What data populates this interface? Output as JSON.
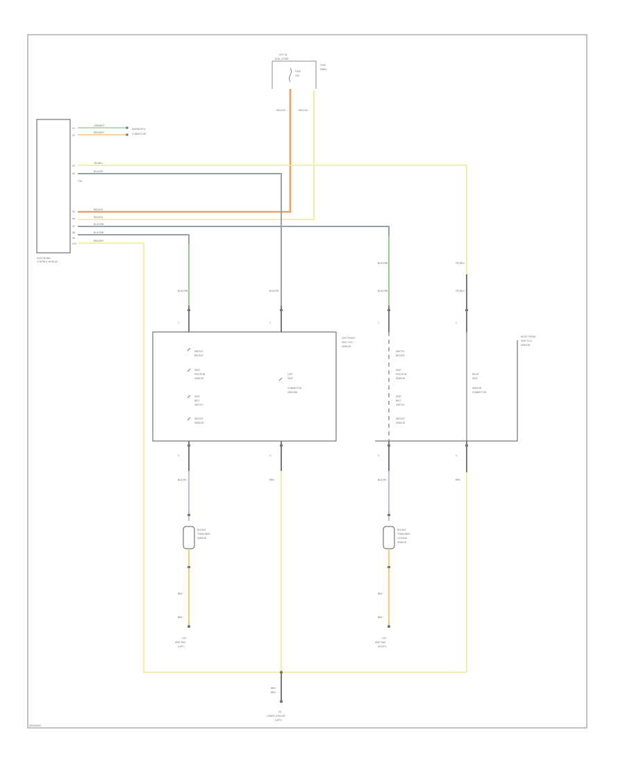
{
  "figure_id": "W0000000",
  "modules": {
    "control_module": {
      "line1": "ELECTRONIC",
      "line2": "CONTROL MODULE"
    },
    "fuse_block": {
      "top1": "HOT IN",
      "top2": "RUN / START",
      "fuse": "FUSE",
      "rating": "10A",
      "side1": "FUSE",
      "side2": "PANEL"
    },
    "left_seat_module": {
      "line1": "LEFT FRONT",
      "line2": "SEAT OCC.",
      "line3": "SENSOR"
    },
    "right_seat_module": {
      "line1": "RIGHT FRONT",
      "line2": "SEAT OCC.",
      "line3": "SENSOR"
    }
  },
  "connector_pins": [
    "X1",
    "X2",
    "X3",
    "X4",
    "X5",
    "X6",
    "X7",
    "X8",
    "X9",
    "X10"
  ],
  "wire_labels": {
    "c1": "GRN/WHT",
    "c2": "BRN/WHT",
    "c3": "YEL/BLU",
    "c4": "BLU/GRY",
    "c5": "RED/YEL",
    "c6": "RED/YEL",
    "c7": "BLU/GRN",
    "c8": "BLU/GRN",
    "c9": "BRN/GRY",
    "ref": "T3A",
    "dest_top1": "DIAGNOSTIC",
    "dest_top2": "CONNECTOR",
    "fuse_w1": "RED/YEL",
    "fuse_w2": "RED/YEL"
  },
  "left_chain": {
    "lbl_top_a": "BLU/GRN",
    "lbl_top_b": "BLU/GRY",
    "pin_a": "1",
    "pin_b": "2",
    "sw1": "SWITCH",
    "sw1b": "BUCKLE",
    "sw2": "SEAT",
    "sw2b": "POSITION",
    "sw2c": "SENSOR",
    "sw3": "SEAT",
    "sw3b": "BELT",
    "sw3c": "SWITCH",
    "sw4": "WEIGHT",
    "sw4b": "SENSOR",
    "out1": "LEFT",
    "out1b": "SEAT",
    "out1c": "CONNECTOR",
    "out1d": "GROUND",
    "bot_pin_a": "3",
    "bot_wire_a": "BLU/YEL",
    "bot_pin_b": "4",
    "bot_wire_b": "BRN",
    "sensor1": "BUCKLE",
    "sensor2": "TENSIONER",
    "sensor3": "SENSOR",
    "g_wire1": "BRN",
    "g_wire2": "BRN",
    "ground1": "G11",
    "ground2": "SEAT RAIL",
    "ground3": "(LEFT)"
  },
  "right_chain": {
    "lbl_top_a": "BLU/GRN",
    "lbl_top_b": "YEL/BLU",
    "pin_a": "1",
    "pin_b": "2",
    "sw1": "SWITCH",
    "sw1b": "BUCKLE",
    "sw2": "SEAT",
    "sw2b": "POSITION",
    "sw2c": "SENSOR",
    "sw3": "SEAT",
    "sw3b": "BELT",
    "sw3c": "SWITCH",
    "sw4": "WEIGHT",
    "sw4b": "SENSOR",
    "out1": "RIGHT",
    "out1b": "SEAT",
    "out1c": "SENSOR",
    "out1d": "CONNECTOR",
    "bot_pin_a": "3",
    "bot_wire_a": "BLU/YEL",
    "bot_pin_b": "4",
    "bot_wire_b": "BRN",
    "sensor1": "BUCKLE",
    "sensor2": "TENSIONER",
    "sensor3": "LOCKING",
    "sensor4": "SENSOR",
    "g_wire1": "BRN",
    "g_wire2": "BRN",
    "ground1": "G12",
    "ground2": "SEAT RAIL",
    "ground3": "(RIGHT)"
  },
  "ground_main": {
    "wire": "BRN",
    "wire2": "BRN",
    "g1": "G1",
    "g2": "LOWER A-PILLAR",
    "g3": "(LEFT)"
  }
}
